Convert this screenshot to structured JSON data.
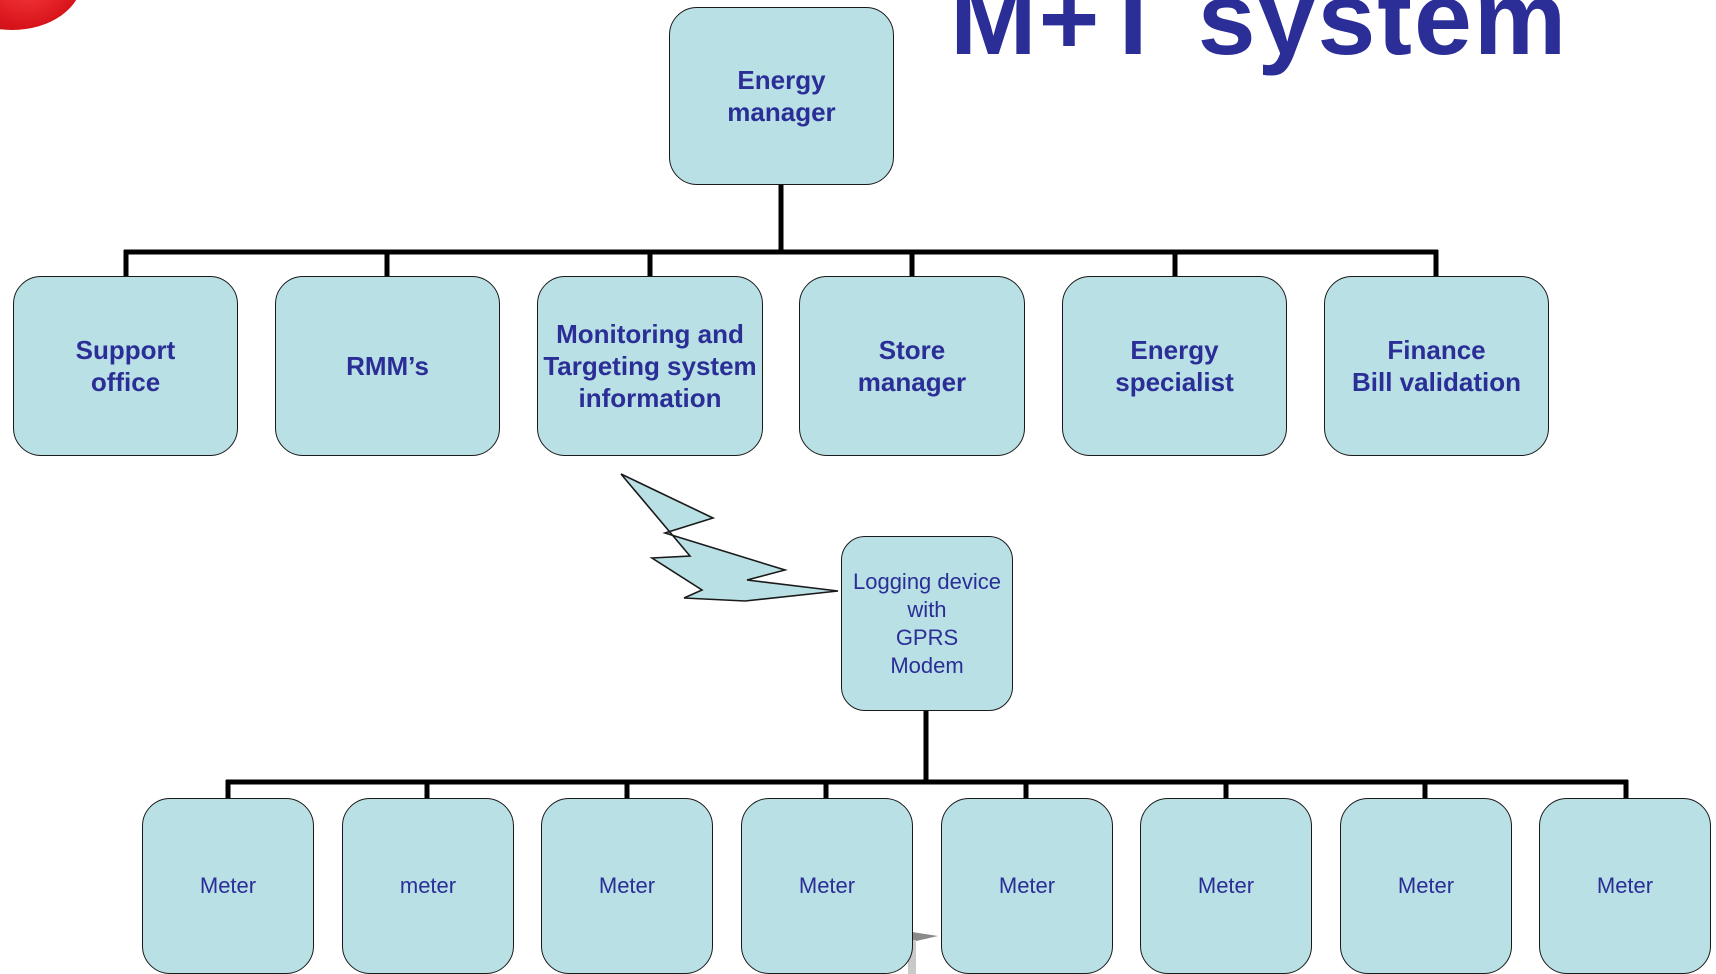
{
  "title": "M+T system",
  "root": {
    "label": "Energy\nmanager"
  },
  "level2": [
    {
      "label": "Support\noffice"
    },
    {
      "label": "RMM’s"
    },
    {
      "label": "Monitoring and\nTargeting system\ninformation"
    },
    {
      "label": "Store\nmanager"
    },
    {
      "label": "Energy\nspecialist"
    },
    {
      "label": "Finance\nBill validation"
    }
  ],
  "logger": {
    "label": "Logging device\nwith\nGPRS\nModem"
  },
  "meters": [
    {
      "label": "Meter"
    },
    {
      "label": "meter"
    },
    {
      "label": "Meter"
    },
    {
      "label": "Meter"
    },
    {
      "label": "Meter"
    },
    {
      "label": "Meter"
    },
    {
      "label": "Meter"
    },
    {
      "label": "Meter"
    }
  ],
  "colors": {
    "box_fill": "#b9e0e4",
    "text": "#2b2e96",
    "line": "#000000",
    "logo": "#d8141b"
  }
}
